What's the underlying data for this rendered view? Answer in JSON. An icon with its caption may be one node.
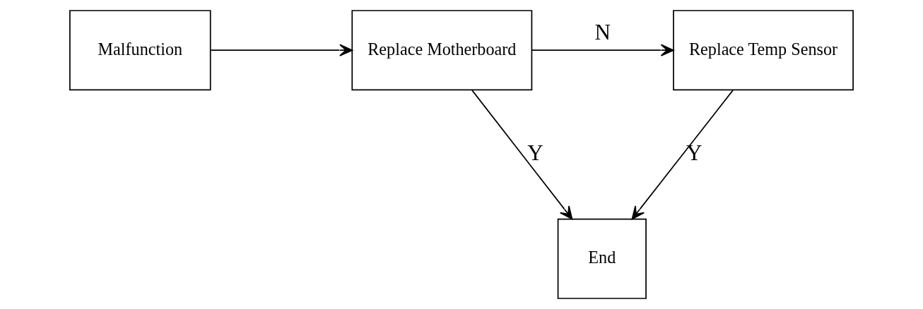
{
  "diagram": {
    "nodes": [
      {
        "text": [
          "Malfunction"
        ]
      },
      {
        "text": [
          "Replace Motherboard"
        ]
      },
      {
        "text": [
          "Replace Temp Sensor"
        ]
      },
      {
        "text": [
          "End"
        ]
      }
    ],
    "edges": [
      {
        "from": 0,
        "to": 1,
        "arrow": "to"
      },
      {
        "from": 1,
        "to": 2,
        "arrow": "to",
        "label": "N"
      },
      {
        "from": 1,
        "to": 3,
        "arrow": "to",
        "label": "Y"
      },
      {
        "from": 2,
        "to": 3,
        "arrow": "to",
        "label": "Y"
      }
    ]
  }
}
